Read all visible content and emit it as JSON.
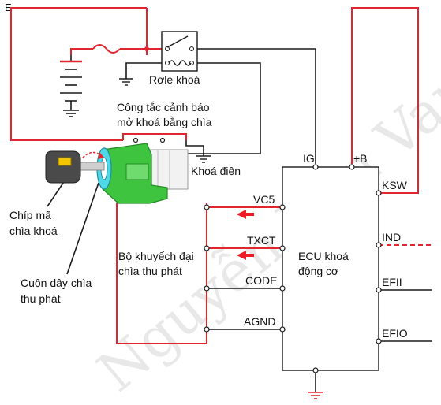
{
  "watermark": "Nguyễn Văn Vano",
  "corner_mark": "E",
  "colors": {
    "red_wire": "#e0262f",
    "black_wire": "#1a1a1a",
    "key_green": "#3ec43e",
    "key_cyan": "#4fd8e8",
    "arrow": "#ee1c25"
  },
  "components": {
    "relay": "Rơle khoá",
    "warning_switch_line1": "Công tắc cảnh báo",
    "warning_switch_line2": "mở khoá bằng chìa",
    "ignition_switch": "Khoá điện",
    "chip_line1": "Chíp mã",
    "chip_line2": "chìa khoá",
    "coil_line1": "Cuộn dây chìa",
    "coil_line2": "thu phát",
    "amplifier_line1": "Bộ khuyếch đại",
    "amplifier_line2": "chìa thu phát",
    "ecu_line1": "ECU khoá",
    "ecu_line2": "động cơ"
  },
  "ecu_terminals": {
    "left": [
      "VC5",
      "TXCT",
      "CODE",
      "AGND"
    ],
    "top": [
      "IG",
      "+B"
    ],
    "right": [
      "KSW",
      "IND",
      "EFII",
      "EFIO"
    ]
  },
  "icons": [
    "battery-icon",
    "fuse-icon",
    "ground-icon",
    "relay-switch-icon",
    "key-icon",
    "signal-arrow-icon"
  ]
}
